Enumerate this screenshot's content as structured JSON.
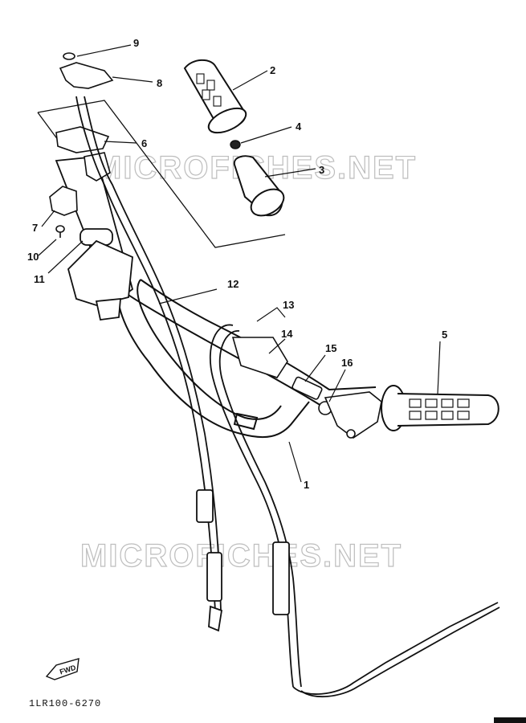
{
  "diagram": {
    "part_callouts": [
      {
        "id": "c9",
        "label": "9"
      },
      {
        "id": "c8",
        "label": "8"
      },
      {
        "id": "c2",
        "label": "2"
      },
      {
        "id": "c4",
        "label": "4"
      },
      {
        "id": "c6",
        "label": "6"
      },
      {
        "id": "c3",
        "label": "3"
      },
      {
        "id": "c7",
        "label": "7"
      },
      {
        "id": "c10",
        "label": "10"
      },
      {
        "id": "c11",
        "label": "11"
      },
      {
        "id": "c12",
        "label": "12"
      },
      {
        "id": "c13",
        "label": "13"
      },
      {
        "id": "c14",
        "label": "14"
      },
      {
        "id": "c15",
        "label": "15"
      },
      {
        "id": "c16",
        "label": "16"
      },
      {
        "id": "c5",
        "label": "5"
      },
      {
        "id": "c1",
        "label": "1"
      }
    ],
    "watermarks": [
      "MICROFICHES.NET",
      "MICROFICHES.NET"
    ],
    "direction_marker": "FWD",
    "figure_code": "1LR100-6270"
  }
}
